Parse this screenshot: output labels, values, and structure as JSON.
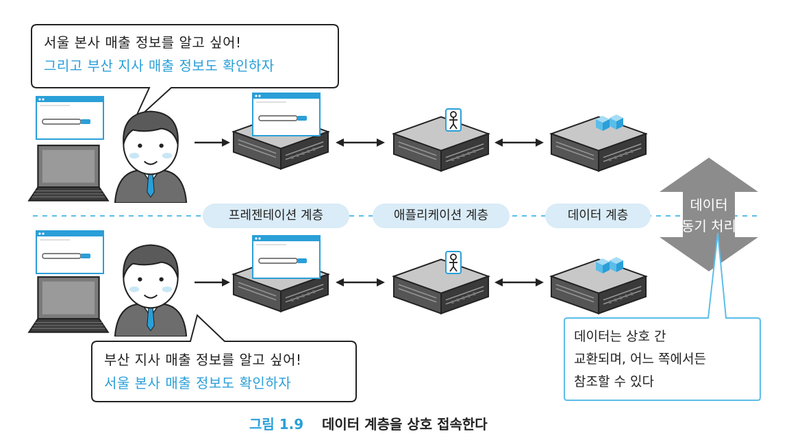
{
  "top_bubble": {
    "line1": "서울 본사 매출 정보를 알고 싶어!",
    "line2": "그리고 부산 지사 매출 정보도 확인하자"
  },
  "bottom_bubble": {
    "line1": "부산 지사 매출 정보를 알고 싶어!",
    "line2": "서울 본사 매출 정보도 확인하자"
  },
  "layers": {
    "presentation": "프레젠테이션 계층",
    "application": "애플리케이션 계층",
    "data": "데이터 계층"
  },
  "sync": {
    "line1": "데이터",
    "line2": "동기 처리"
  },
  "note": {
    "line1": "데이터는 상호 간",
    "line2": "교환되며, 어느 쪽에서든",
    "line3": "참조할 수 있다"
  },
  "caption": {
    "figure_no": "그림 1.9",
    "title": "데이터 계층을 상호 접속한다"
  },
  "colors": {
    "accent_blue": "#2a9fd8",
    "pill_bg": "#d9ecf7",
    "sync_arrow": "#8c8c8c",
    "server_dark": "#3b3b3b",
    "server_top": "#bdbdbd",
    "suit": "#6d6d6d"
  },
  "icons": [
    "browser-window-icon",
    "laptop-icon",
    "user-person-icon",
    "server-icon",
    "app-person-icon",
    "database-cubes-icon",
    "arrow-icon",
    "double-arrow-icon"
  ]
}
